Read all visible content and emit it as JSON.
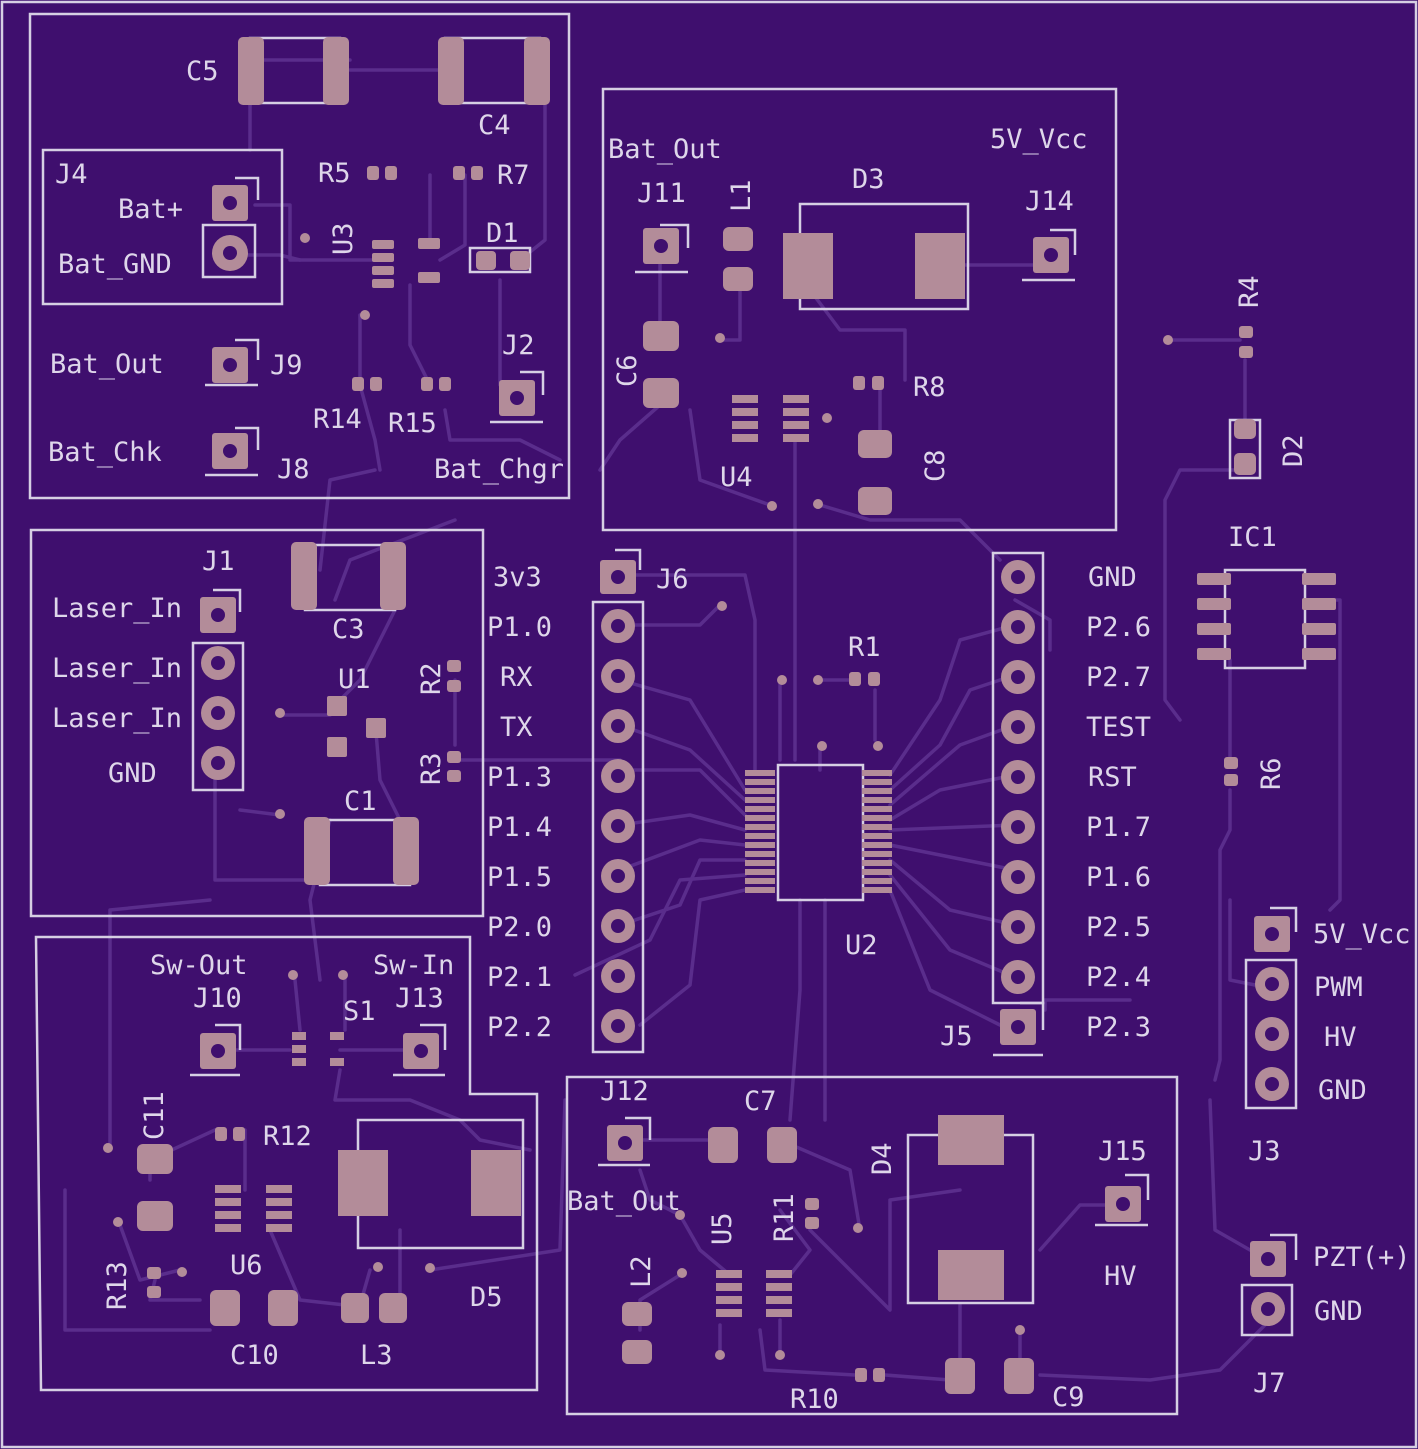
{
  "colors": {
    "board": "#3f0f6e",
    "silk": "#d6cfe3",
    "copper": "#b38c99",
    "trace": "#5a2d8c"
  },
  "labels": {
    "C5": "C5",
    "C4": "C4",
    "J4": "J4",
    "bat_plus": "Bat+",
    "bat_gnd": "Bat_GND",
    "R5": "R5",
    "R7": "R7",
    "U3": "U3",
    "D1": "D1",
    "bat_out_a": "Bat_Out",
    "J9": "J9",
    "J2": "J2",
    "R14": "R14",
    "R15": "R15",
    "bat_chk": "Bat_Chk",
    "J8": "J8",
    "bat_chgr": "Bat_Chgr",
    "bat_out_b": "Bat_Out",
    "vcc_a": "5V_Vcc",
    "J11": "J11",
    "L1": "L1",
    "D3": "D3",
    "J14": "J14",
    "C6": "C6",
    "R8": "R8",
    "U4": "U4",
    "C8": "C8",
    "R4": "R4",
    "D2": "D2",
    "J1": "J1",
    "laser_in1": "Laser_In",
    "laser_in2": "Laser_In",
    "laser_in3": "Laser_In",
    "gnd_a": "GND",
    "C3": "C3",
    "U1": "U1",
    "R2": "R2",
    "R3": "R3",
    "C1": "C1",
    "p3v3": "3v3",
    "J6": "J6",
    "p10": "P1.0",
    "rx": "RX",
    "tx": "TX",
    "p13": "P1.3",
    "p14": "P1.4",
    "p15": "P1.5",
    "p20": "P2.0",
    "p21": "P2.1",
    "p22": "P2.2",
    "R1": "R1",
    "U2": "U2",
    "gnd_b": "GND",
    "p26": "P2.6",
    "p27": "P2.7",
    "test": "TEST",
    "rst": "RST",
    "p17": "P1.7",
    "p16": "P1.6",
    "p25": "P2.5",
    "p24": "P2.4",
    "p23": "P2.3",
    "J5": "J5",
    "IC1": "IC1",
    "R6": "R6",
    "vcc_b": "5V_Vcc",
    "pwm": "PWM",
    "hv_a": "HV",
    "gnd_c": "GND",
    "J3": "J3",
    "pzt": "PZT(+)",
    "gnd_d": "GND",
    "J7": "J7",
    "sw_out": "Sw-Out",
    "sw_in": "Sw-In",
    "J10": "J10",
    "S1": "S1",
    "J13": "J13",
    "C11": "C11",
    "R12": "R12",
    "R13": "R13",
    "U6": "U6",
    "D5": "D5",
    "C10": "C10",
    "L3": "L3",
    "J12": "J12",
    "C7": "C7",
    "bat_out_c": "Bat_Out",
    "U5": "U5",
    "R11": "R11",
    "D4": "D4",
    "J15": "J15",
    "hv_b": "HV",
    "L2": "L2",
    "R10": "R10",
    "C9": "C9"
  }
}
